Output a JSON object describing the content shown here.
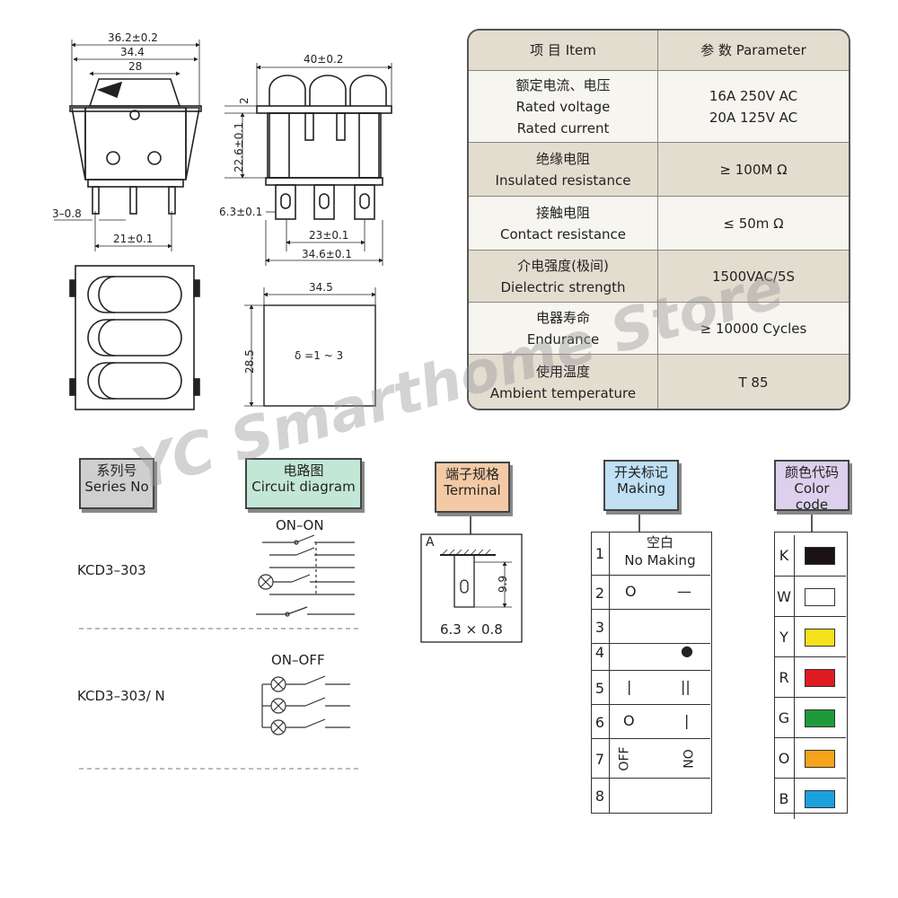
{
  "dimensions": {
    "front_overall": "36.2±0.2",
    "front_width": "34.4",
    "front_actuator": "28",
    "front_pin_thickness": "3–0.8",
    "front_pin_pitch": "21±0.1",
    "side_overall": "40±0.2",
    "side_top": "2",
    "side_height": "22.6±0.1",
    "side_tab_width": "6.3±0.1",
    "side_pitch": "23±0.1",
    "side_span": "34.6±0.1",
    "cutout_width": "34.5",
    "cutout_height": "28.5",
    "cutout_thickness": "δ =1 ~ 3"
  },
  "spec_table": {
    "header": {
      "item": "项 目   Item",
      "parameter": "参 数   Parameter"
    },
    "rows": [
      {
        "zh": "额定电流、电压",
        "en1": "Rated voltage",
        "en2": "Rated current",
        "val1": "16A  250V AC",
        "val2": "20A 125V AC"
      },
      {
        "zh": "绝缘电阻",
        "en1": "Insulated resistance",
        "val1": "≥ 100M Ω"
      },
      {
        "zh": "接触电阻",
        "en1": "Contact resistance",
        "val1": "≤ 50m Ω"
      },
      {
        "zh": "介电强度(极间)",
        "en1": "Dielectric strength",
        "val1": "1500VAC/5S"
      },
      {
        "zh": "电器寿命",
        "en1": "Endurance",
        "val1": "≥ 10000 Cycles"
      },
      {
        "zh": "使用温度",
        "en1": "Ambient temperature",
        "val1": "T 85"
      }
    ]
  },
  "watermark": "YC Smarthome Store",
  "series": {
    "heading_zh": "系列号",
    "heading_en": "Series No",
    "items": [
      "KCD3–303",
      "KCD3–303/ N"
    ]
  },
  "circuit": {
    "heading_zh": "电路图",
    "heading_en": "Circuit diagram",
    "labels": [
      "ON–ON",
      "ON–OFF"
    ]
  },
  "terminal": {
    "heading_zh": "端子规格",
    "heading_en": "Terminal",
    "label": "A",
    "height": "9.9",
    "size": "6.3 × 0.8"
  },
  "marking": {
    "heading_zh": "开关标记",
    "heading_en": "Making",
    "rows": [
      {
        "num": "1",
        "zh": "空白",
        "en": "No Making"
      },
      {
        "num": "2",
        "left": "O",
        "right": "—"
      },
      {
        "num": "3"
      },
      {
        "num": "4",
        "right": "●"
      },
      {
        "num": "5",
        "left": "|",
        "right": "||"
      },
      {
        "num": "6",
        "left": "O",
        "right": "|"
      },
      {
        "num": "7",
        "left": "OFF",
        "right": "ON"
      },
      {
        "num": "8"
      }
    ]
  },
  "color_code": {
    "heading_zh": "颜色代码",
    "heading_en": "Color code",
    "rows": [
      {
        "letter": "K",
        "color": "#1a1212"
      },
      {
        "letter": "W",
        "color": "#ffffff"
      },
      {
        "letter": "Y",
        "color": "#f5e11c"
      },
      {
        "letter": "R",
        "color": "#e01a22"
      },
      {
        "letter": "G",
        "color": "#1f9a3a"
      },
      {
        "letter": "O",
        "color": "#f4a31a"
      },
      {
        "letter": "B",
        "color": "#1aa0dd"
      }
    ]
  }
}
